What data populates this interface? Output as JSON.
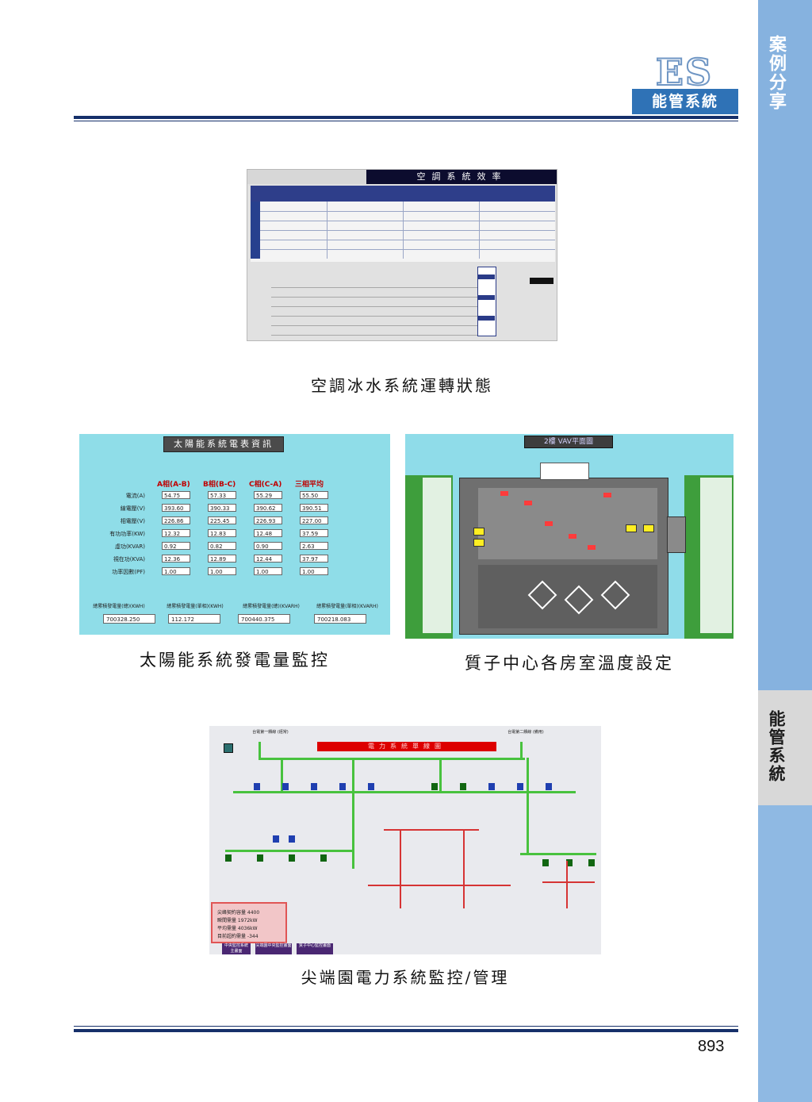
{
  "side_tab": {
    "upper_label": "案例分享",
    "lower_label": "能管系統"
  },
  "header": {
    "logo_text": "ES",
    "section_label": "能管系統"
  },
  "figures": [
    {
      "caption": "空調冰水系統運轉狀態",
      "screen_title": "空調系統效率"
    },
    {
      "caption": "太陽能系統發電量監控",
      "screen_title": "太陽能系統電表資訊"
    },
    {
      "caption": "質子中心各房室溫度設定",
      "screen_title": "2樓 VAV平面圖"
    },
    {
      "caption": "尖端園電力系統監控/管理",
      "screen_title": "電力系統單線圖"
    }
  ],
  "solar": {
    "columns": [
      "A相(A-B)",
      "B相(B-C)",
      "C相(C-A)",
      "三相平均"
    ],
    "rows": [
      {
        "label": "電流(A)",
        "values": [
          "54.75",
          "57.33",
          "55.29",
          "55.50"
        ]
      },
      {
        "label": "線電壓(V)",
        "values": [
          "393.60",
          "390.33",
          "390.62",
          "390.51"
        ]
      },
      {
        "label": "相電壓(V)",
        "values": [
          "226.86",
          "225.45",
          "226.93",
          "227.00"
        ]
      },
      {
        "label": "有功功率(KW)",
        "values": [
          "12.32",
          "12.83",
          "12.48",
          "37.59"
        ]
      },
      {
        "label": "虛功(KVAR)",
        "values": [
          "0.92",
          "0.82",
          "0.90",
          "2.63"
        ]
      },
      {
        "label": "視在功(KVA)",
        "values": [
          "12.36",
          "12.89",
          "12.44",
          "37.97"
        ]
      },
      {
        "label": "功率因數(PF)",
        "values": [
          "1.00",
          "1.00",
          "1.00",
          "1.00"
        ]
      }
    ],
    "bottom": [
      {
        "label": "總累積發電量(總)(KWH)",
        "value": "700328.250"
      },
      {
        "label": "總累積發電量(單相)(KWH)",
        "value": "112.172"
      },
      {
        "label": "總累積發電量(總)(KVARH)",
        "value": "700440.375"
      },
      {
        "label": "總累積發電量(單相)(KVARH)",
        "value": "700218.083"
      }
    ]
  },
  "power": {
    "summary": {
      "row1": "尖峰契約容量 4400",
      "row2": "瞬間需量 1972kW",
      "row3": "平均需量 4036kW",
      "row4": "目前超約需量 -344"
    },
    "buttons": [
      "中央監控系統 主畫面",
      "尖端園中央監控畫面",
      "質子中心監控畫面"
    ],
    "feeder_labels": {
      "left": "台電第一饋線 (經常)",
      "right": "台電第二饋線 (備用)"
    }
  },
  "page_number": "893"
}
